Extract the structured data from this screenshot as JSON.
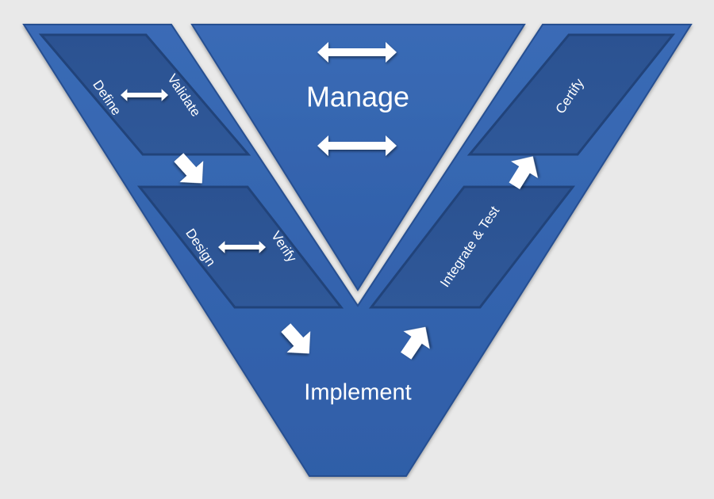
{
  "diagram": {
    "stages": {
      "define": "Define",
      "validate": "Validate",
      "design": "Design",
      "verify": "Verify",
      "manage": "Manage",
      "implement": "Implement",
      "integrate_test": "Integrate & Test",
      "certify": "Certify"
    },
    "icons": {
      "define_validate": "double-arrow-icon",
      "design_verify": "double-arrow-icon",
      "manage_top": "double-arrow-icon",
      "manage_bottom": "double-arrow-icon",
      "to_design": "arrow-down-right-icon",
      "to_implement": "arrow-down-right-icon",
      "to_integrate": "arrow-up-right-icon",
      "to_certify": "arrow-up-right-icon"
    },
    "colors": {
      "background": "#e9e9e9",
      "v_fill": "#3563ad",
      "panel_fill": "#2d5595",
      "panel_border": "#21437a",
      "text": "#ffffff"
    }
  }
}
